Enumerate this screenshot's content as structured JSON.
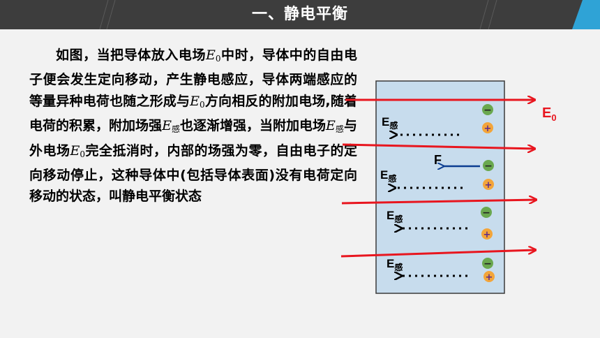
{
  "slide": {
    "title": "一、静电平衡",
    "paragraph": [
      {
        "t": "text",
        "v": "如图，当把导体放入电场"
      },
      {
        "t": "var",
        "v": "E",
        "sub": "0"
      },
      {
        "t": "text",
        "v": "中时，导体中的自由电子便会发生定向移动，产生静电感应，导体两端感应的等量异种电荷也随之形成与"
      },
      {
        "t": "var",
        "v": "E",
        "sub": "0"
      },
      {
        "t": "text",
        "v": "方向相反的附加电场,随着电荷的积累，附加场强"
      },
      {
        "t": "var",
        "v": "E",
        "sub": "感"
      },
      {
        "t": "text",
        "v": "也逐渐增强，当附加电场"
      },
      {
        "t": "var",
        "v": "E",
        "sub": "感"
      },
      {
        "t": "text",
        "v": "与外电场"
      },
      {
        "t": "var",
        "v": "E",
        "sub": "0"
      },
      {
        "t": "text",
        "v": "完全抵消时，内部的场强为零，自由电子的定向移动停止，这种导体中(包括导体表面)没有电荷定向移动的状态，叫静电平衡状态"
      }
    ]
  },
  "diagram": {
    "external_field_label": {
      "main": "E",
      "sub": "0"
    },
    "induced_label": {
      "main": "E",
      "sub": "感"
    },
    "force_label": "F",
    "minus_sign": "−",
    "plus_sign": "+",
    "colors": {
      "field_line": "#e8161f",
      "conductor_fill": "#c7dced",
      "conductor_border": "#3a3a3a",
      "electron": "#6aa84f",
      "positive": "#f3a53a",
      "force_arrow": "#0b3d91",
      "header": "#3d3d3d",
      "label_red": "#e8161f"
    }
  }
}
